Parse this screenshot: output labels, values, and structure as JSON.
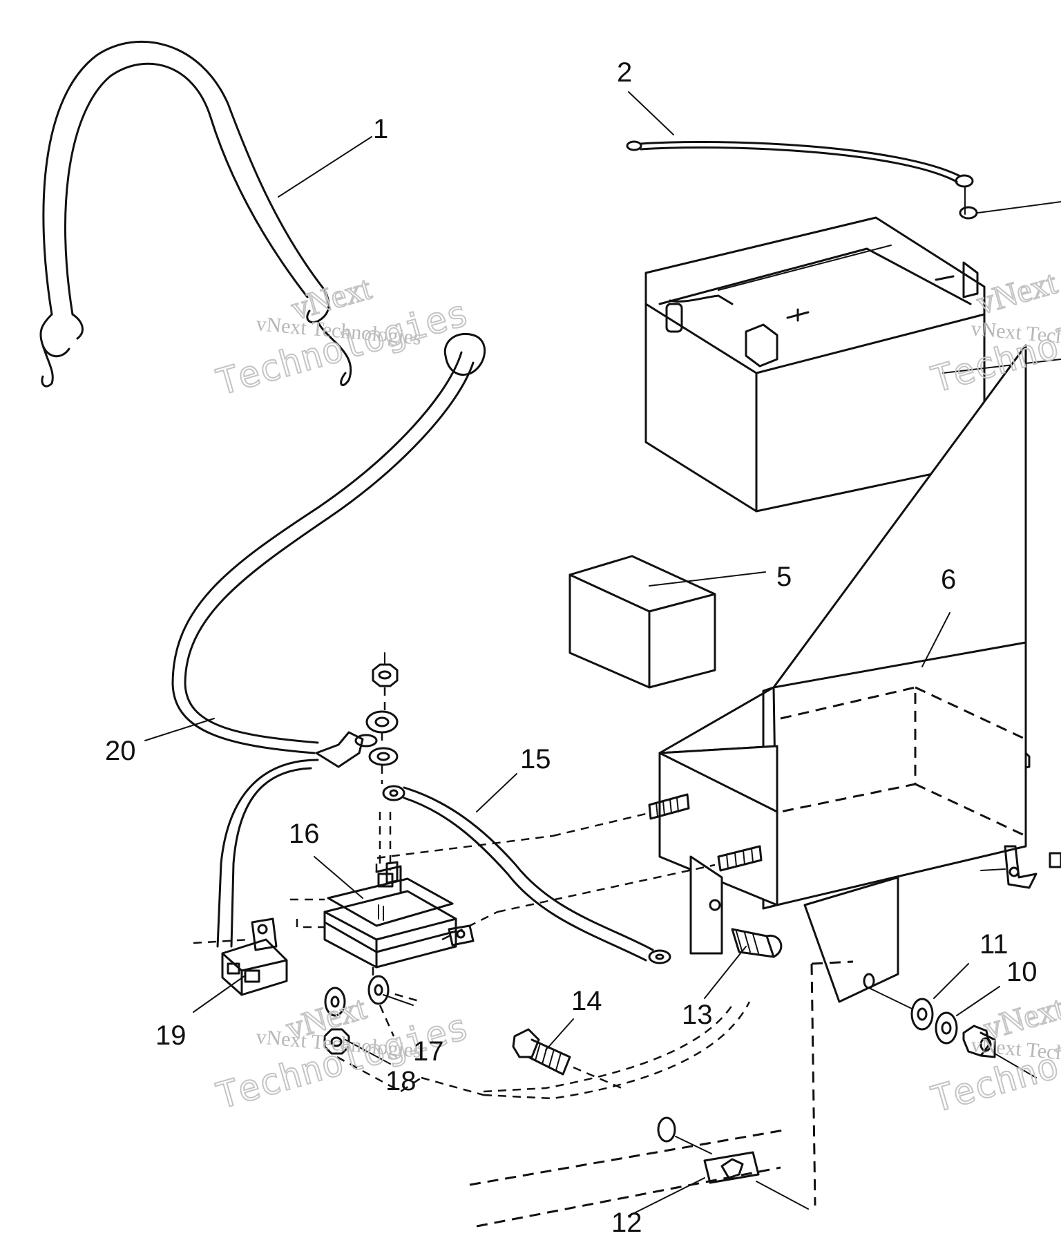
{
  "diagram": {
    "callouts": [
      "1",
      "2",
      "5",
      "6",
      "10",
      "11",
      "12",
      "13",
      "14",
      "15",
      "16",
      "17",
      "18",
      "19",
      "20"
    ],
    "watermark": {
      "line1": "vNext Technologies",
      "line2": "Technologies",
      "line3": "vNext"
    }
  }
}
